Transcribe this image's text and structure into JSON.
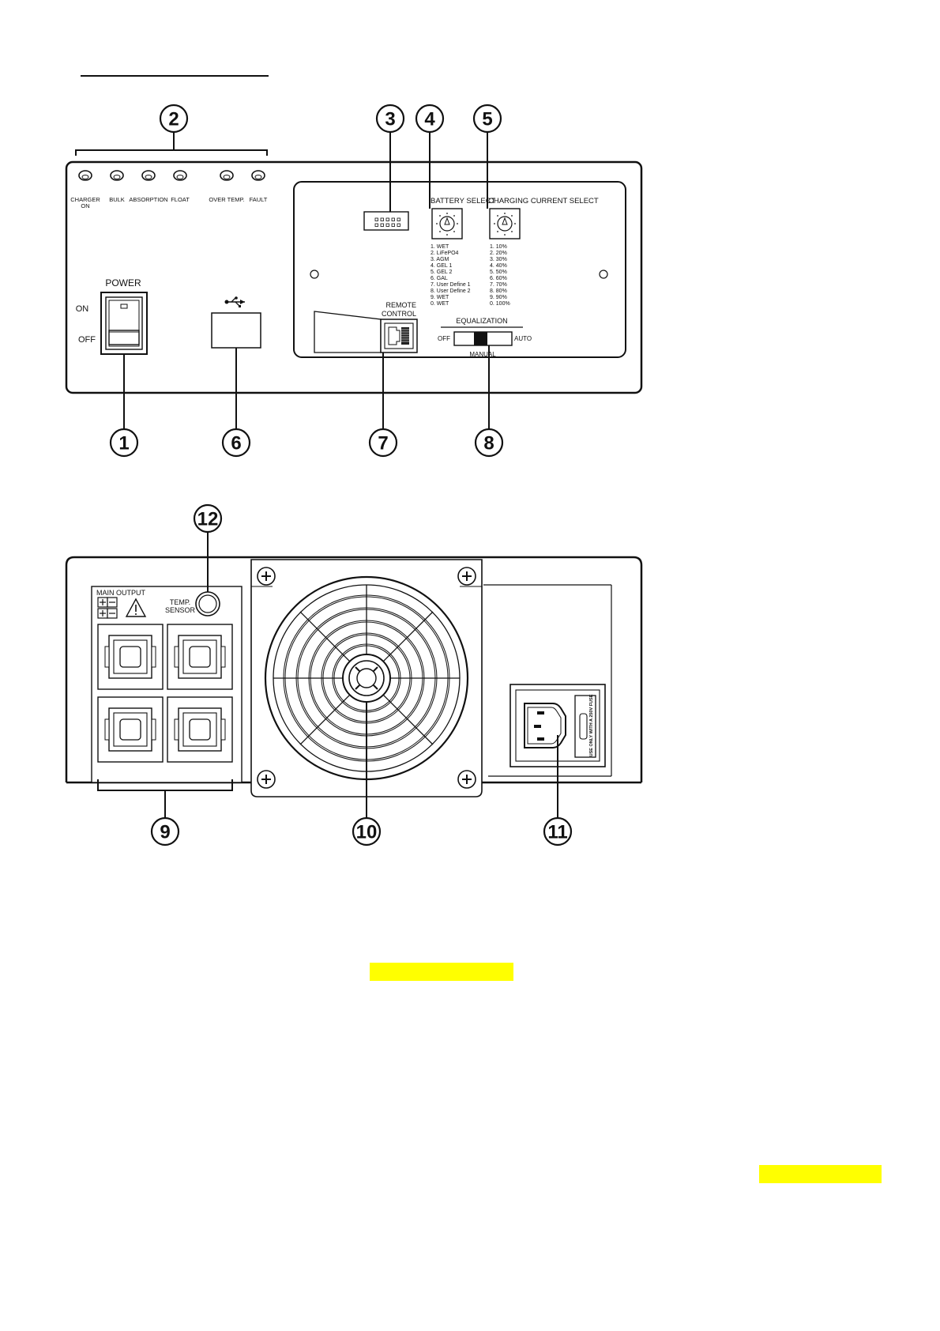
{
  "front_panel": {
    "leds": [
      "CHARGER\nON",
      "BULK",
      "ABSORPTION",
      "FLOAT",
      "OVER TEMP.",
      "FAULT"
    ],
    "power_label": "POWER",
    "on_label": "ON",
    "off_label": "OFF",
    "usb_icon": "usb-icon",
    "remote_label_1": "REMOTE",
    "remote_label_2": "CONTROL",
    "battery_select_title": "BATTERY SELECT",
    "battery_options": [
      "1. WET",
      "2. LiFePO4",
      "3. AGM",
      "4. GEL 1",
      "5. GEL 2",
      "6. GAL",
      "7. User Define 1",
      "8. User Define 2",
      "9. WET",
      "0. WET"
    ],
    "current_select_title": "CHARGING CURRENT SELECT",
    "current_options": [
      "1. 10%",
      "2. 20%",
      "3. 30%",
      "4. 40%",
      "5. 50%",
      "6. 60%",
      "7. 70%",
      "8. 80%",
      "9. 90%",
      "0. 100%"
    ],
    "equalization_title": "EQUALIZATION",
    "eq_off": "OFF",
    "eq_auto": "AUTO",
    "eq_manual": "MANUAL"
  },
  "rear_panel": {
    "main_output_label": "MAIN OUTPUT",
    "temp_sensor_1": "TEMP.",
    "temp_sensor_2": "SENSOR",
    "fuse_label": "USE ONLY WITH A 250V FUSE",
    "warning_icon": "warning-triangle-icon"
  },
  "callouts": [
    "1",
    "2",
    "3",
    "4",
    "5",
    "6",
    "7",
    "8",
    "9",
    "10",
    "11",
    "12"
  ],
  "highlight_color": "#ffff00"
}
